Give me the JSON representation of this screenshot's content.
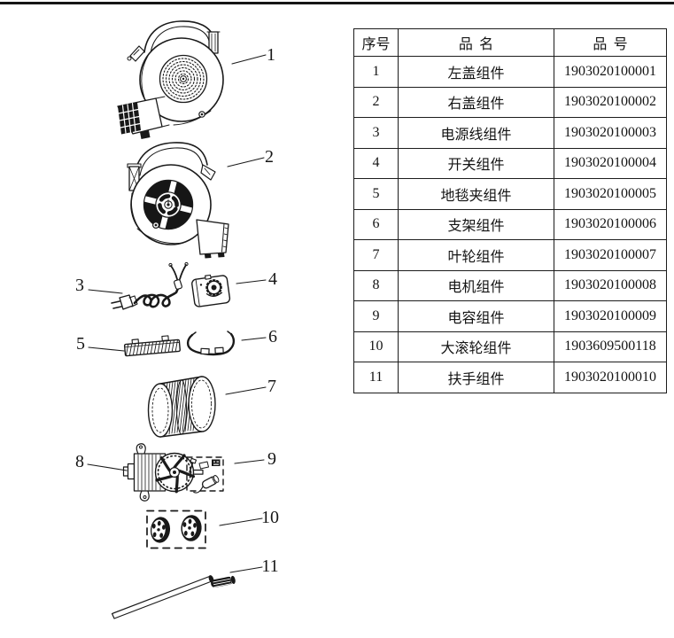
{
  "colors": {
    "ink": "#1a1a1a",
    "paper": "#ffffff"
  },
  "callouts": [
    {
      "label": "1"
    },
    {
      "label": "2"
    },
    {
      "label": "3"
    },
    {
      "label": "4"
    },
    {
      "label": "5"
    },
    {
      "label": "6"
    },
    {
      "label": "7"
    },
    {
      "label": "8"
    },
    {
      "label": "9"
    },
    {
      "label": "10"
    },
    {
      "label": "11"
    }
  ],
  "table": {
    "headers": {
      "no": "序号",
      "name": "品名",
      "code": "品号"
    },
    "rows": [
      {
        "no": "1",
        "name": "左盖组件",
        "code": "1903020100001"
      },
      {
        "no": "2",
        "name": "右盖组件",
        "code": "1903020100002"
      },
      {
        "no": "3",
        "name": "电源线组件",
        "code": "1903020100003"
      },
      {
        "no": "4",
        "name": "开关组件",
        "code": "1903020100004"
      },
      {
        "no": "5",
        "name": "地毯夹组件",
        "code": "1903020100005"
      },
      {
        "no": "6",
        "name": "支架组件",
        "code": "1903020100006"
      },
      {
        "no": "7",
        "name": "叶轮组件",
        "code": "1903020100007"
      },
      {
        "no": "8",
        "name": "电机组件",
        "code": "1903020100008"
      },
      {
        "no": "9",
        "name": "电容组件",
        "code": "1903020100009"
      },
      {
        "no": "10",
        "name": "大滚轮组件",
        "code": "1903609500118"
      },
      {
        "no": "11",
        "name": "扶手组件",
        "code": "1903020100010"
      }
    ]
  }
}
